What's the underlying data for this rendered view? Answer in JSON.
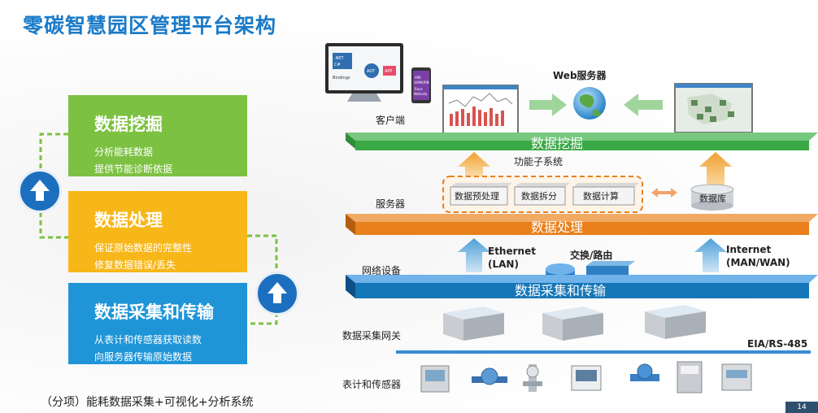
{
  "title": "零碳智慧园区管理平台架构",
  "left_panel": {
    "boxes": [
      {
        "heading": "数据挖掘",
        "lines": [
          "分析能耗数据",
          "提供节能诊断依据"
        ],
        "color": "#7dc142"
      },
      {
        "heading": "数据处理",
        "lines": [
          "保证原始数据的完整性",
          "修复数据错误/丢失"
        ],
        "color": "#f8b718"
      },
      {
        "heading": "数据采集和传输",
        "lines": [
          "从表计和传感器获取读数",
          "向服务器传输原始数据"
        ],
        "color": "#1f95d8"
      }
    ],
    "arrow_color": "#1c6fbf"
  },
  "diagram": {
    "layer_labels": {
      "client": "客户端",
      "server": "服务器",
      "network": "网络设备",
      "gateway": "数据采集网关",
      "meters": "表计和传感器"
    },
    "platforms": {
      "mining": "数据挖掘",
      "processing": "数据处理",
      "transmission": "数据采集和传输"
    },
    "web_server": "Web服务器",
    "subsystem_title": "功能子系统",
    "modules": [
      "数据预处理",
      "数据拆分",
      "数据计算"
    ],
    "database": "数据库",
    "ethernet": [
      "Ethernet",
      "(LAN)"
    ],
    "switch_label": "交换/路由",
    "internet": [
      "Internet",
      "(MAN/WAN)"
    ],
    "bus_label": "EIA/RS-485",
    "laptop_screen": [
      ".NET",
      "C#",
      "Bindings",
      "AOT",
      "APP"
    ],
    "phone_screen": [
      "APK",
      "XAMARIN",
      "Runs",
      "Natively"
    ]
  },
  "footer": "（分项）能耗数据采集+可视化+分析系统",
  "page_number": "14",
  "colors": {
    "title": "#1a7ac8",
    "green_platform": "#3aa845",
    "orange_platform": "#e9801b",
    "blue_platform": "#1677b8",
    "upward_arrow": "#f0a030",
    "network_arrow": "#4fa0d8"
  }
}
